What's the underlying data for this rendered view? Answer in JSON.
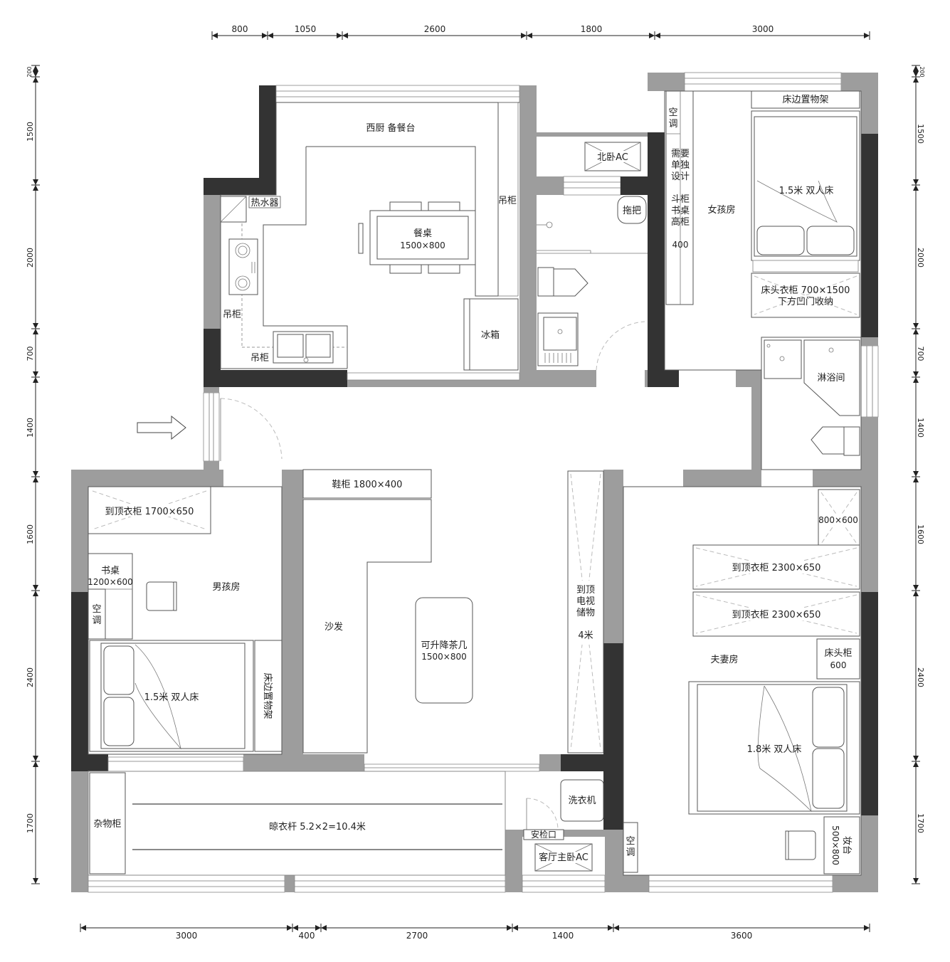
{
  "dimensions": {
    "top": [
      "800",
      "1050",
      "2600",
      "1800",
      "3000"
    ],
    "bottom": [
      "3000",
      "400",
      "2700",
      "1400",
      "3600"
    ],
    "left": [
      "200",
      "1500",
      "2000",
      "700",
      "1400",
      "1600",
      "2400",
      "1700"
    ],
    "right": [
      "200",
      "1500",
      "2000",
      "700",
      "1400",
      "1600",
      "2400",
      "1700"
    ]
  },
  "rooms": {
    "kitchen": "西厨 备餐台",
    "girls_room": "女孩房",
    "boys_room": "男孩房",
    "master_room": "夫妻房",
    "shower": "淋浴间"
  },
  "kitchen": {
    "dining_table": "餐桌",
    "dining_table_size": "1500×800",
    "water_heater": "热水器",
    "wall_cabinet_right": "吊柜",
    "wall_cabinet_left": "吊柜",
    "wall_cabinet_bottom": "吊柜",
    "fridge": "冰箱"
  },
  "bath": {
    "north_ac": "北卧AC",
    "mop": "拖把"
  },
  "girls": {
    "ac": [
      "空",
      "调"
    ],
    "desk": [
      "需要",
      "单独",
      "设计",
      "",
      "斗柜",
      "书桌",
      "高柜",
      "",
      "400"
    ],
    "shelf": "床边置物架",
    "bed": "1.5米 双人床",
    "wardrobe_line1": "床头衣柜 700×1500",
    "wardrobe_line2": "下方凹门收纳"
  },
  "boys": {
    "wardrobe": "到顶衣柜 1700×650",
    "desk_line1": "书桌",
    "desk_line2": "1200×600",
    "ac": [
      "空",
      "调"
    ],
    "bed": "1.5米 双人床",
    "shelf": "床边置物架"
  },
  "living": {
    "shoe_cabinet": "鞋柜 1800×400",
    "sofa": "沙发",
    "coffee_table_line1": "可升降茶几",
    "coffee_table_line2": "1500×800",
    "tv_storage": [
      "到顶",
      "电视",
      "储物",
      "",
      "4米"
    ]
  },
  "master": {
    "cabinet_small": "800×600",
    "wardrobe1": "到顶衣柜 2300×650",
    "wardrobe2": "到顶衣柜 2300×650",
    "nightstand_line1": "床头柜",
    "nightstand_line2": "600",
    "bed": "1.8米 双人床",
    "ac": [
      "空",
      "调"
    ],
    "dresser": [
      "妆台",
      "500×800"
    ]
  },
  "balcony": {
    "storage": "杂物柜",
    "clothes_rail": "晾衣杆 5.2×2=10.4米",
    "washer": "洗衣机",
    "access": "安检口",
    "living_ac": "客厅主卧AC"
  }
}
